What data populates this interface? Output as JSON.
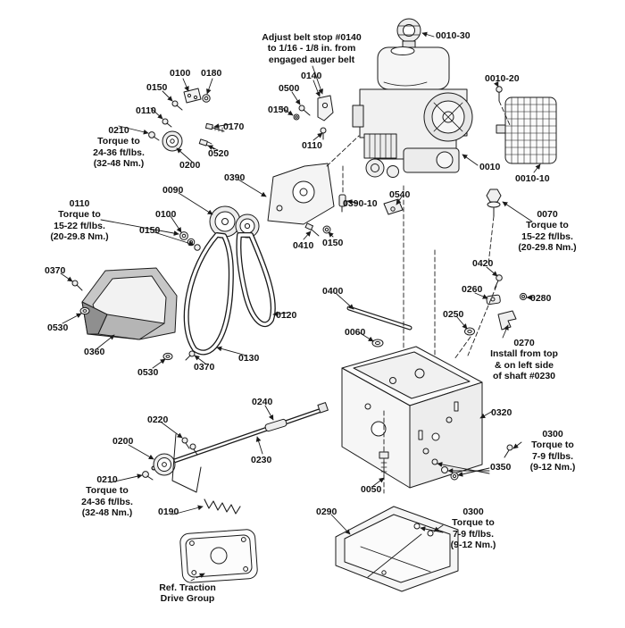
{
  "colors": {
    "background": "#ffffff",
    "line": "#1a1a1a",
    "shade_light": "#f2f2f2",
    "shade_mid": "#c7c7c7"
  },
  "labels": [
    {
      "text": "Adjust belt stop #0140\nto 1/16 - 1/8 in. from\nengaged auger belt"
    },
    {
      "text": "0010-30"
    },
    {
      "text": "0010-20"
    },
    {
      "text": "0100"
    },
    {
      "text": "0180"
    },
    {
      "text": "0150"
    },
    {
      "text": "0110"
    },
    {
      "text": "0500"
    },
    {
      "text": "0140"
    },
    {
      "text": "0150"
    },
    {
      "text": "0210\nTorque to\n24-36 ft/lbs.\n(32-48 Nm.)"
    },
    {
      "text": "0170"
    },
    {
      "text": "0200"
    },
    {
      "text": "0520"
    },
    {
      "text": "0110"
    },
    {
      "text": "0010"
    },
    {
      "text": "0010-10"
    },
    {
      "text": "0390"
    },
    {
      "text": "0390-10"
    },
    {
      "text": "0540"
    },
    {
      "text": "0070\nTorque to\n15-22 ft/lbs.\n(20-29.8 Nm.)"
    },
    {
      "text": "0110\nTorque to\n15-22 ft/lbs.\n(20-29.8 Nm.)"
    },
    {
      "text": "0090"
    },
    {
      "text": "0100"
    },
    {
      "text": "0150"
    },
    {
      "text": "0410"
    },
    {
      "text": "0150"
    },
    {
      "text": "0370"
    },
    {
      "text": "0420"
    },
    {
      "text": "0260"
    },
    {
      "text": "0280"
    },
    {
      "text": "0530"
    },
    {
      "text": "0250"
    },
    {
      "text": "0400"
    },
    {
      "text": "0060"
    },
    {
      "text": "0270\nInstall from top\n& on left side\nof shaft #0230"
    },
    {
      "text": "0360"
    },
    {
      "text": "0120"
    },
    {
      "text": "0530"
    },
    {
      "text": "0370"
    },
    {
      "text": "0130"
    },
    {
      "text": "0320"
    },
    {
      "text": "0240"
    },
    {
      "text": "0220"
    },
    {
      "text": "0300\nTorque to\n7-9 ft/lbs.\n(9-12 Nm.)"
    },
    {
      "text": "0200"
    },
    {
      "text": "0230"
    },
    {
      "text": "0350"
    },
    {
      "text": "0210\nTorque to\n24-36 ft/lbs.\n(32-48 Nm.)"
    },
    {
      "text": "0050"
    },
    {
      "text": "0190"
    },
    {
      "text": "0290"
    },
    {
      "text": "0300\nTorque to\n7-9 ft/lbs.\n(9-12 Nm.)"
    },
    {
      "text": "Ref. Traction\nDrive Group"
    }
  ]
}
